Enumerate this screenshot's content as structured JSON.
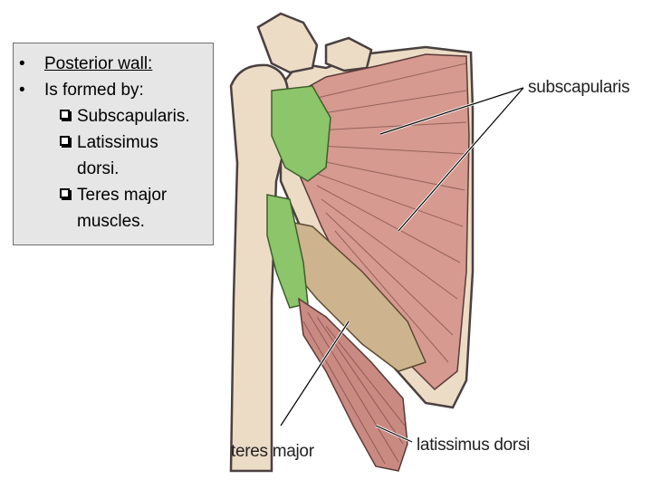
{
  "slide": {
    "bullets": [
      {
        "text": "Posterior wall:",
        "underline": true
      },
      {
        "text": "Is formed by:",
        "underline": false
      }
    ],
    "sub_items": [
      {
        "lines": [
          "Subscapularis."
        ]
      },
      {
        "lines": [
          "Latissimus",
          "dorsi."
        ]
      },
      {
        "lines": [
          "Teres major",
          "muscles."
        ]
      }
    ]
  },
  "figure": {
    "labels": {
      "subscapularis": "subscapularis",
      "teres_major": "teres major",
      "latissimus_dorsi": "latissimus dorsi"
    },
    "colors": {
      "bone": "#ecdcc6",
      "bone_outline": "#4a4040",
      "subscapularis": "#d69a90",
      "teres_major": "#cdb48e",
      "green_tendon": "#8cc56a",
      "latissimus": "#c98a82"
    }
  }
}
